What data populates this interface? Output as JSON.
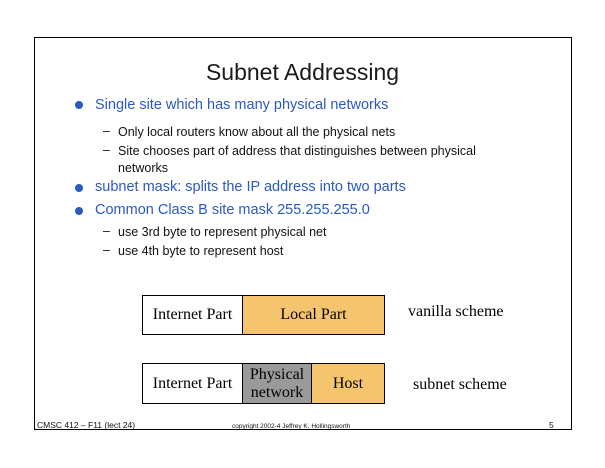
{
  "slide": {
    "title": "Subnet Addressing",
    "bullets": [
      {
        "text": "Single site which has many physical networks",
        "subs": [
          "Only local routers know about all the physical nets",
          "Site chooses part of address that distinguishes between physical networks"
        ]
      },
      {
        "text": "subnet mask: splits the IP address into two parts",
        "subs": []
      },
      {
        "text": "Common Class B site mask 255.255.255.0",
        "subs": [
          "use 3rd byte to represent physical net",
          "use 4th byte to represent host"
        ]
      }
    ],
    "dash": "–"
  },
  "diagram": {
    "vanilla": {
      "internet_part": "Internet Part",
      "local_part": "Local Part",
      "label": "vanilla scheme"
    },
    "subnet": {
      "internet_part": "Internet Part",
      "physical_network": "Physical network",
      "host": "Host",
      "label": "subnet scheme"
    }
  },
  "footer": {
    "left": "CMSC 412 – F11 (lect 24)",
    "center": "copyright  2002-4 Jeffrey K. Hollingsworth",
    "page": "5"
  },
  "colors": {
    "bullet_blue": "#2b59c3",
    "local_part_fill": "#f5c46e",
    "physical_fill": "#9a9a9a",
    "host_fill": "#f5c46e"
  }
}
